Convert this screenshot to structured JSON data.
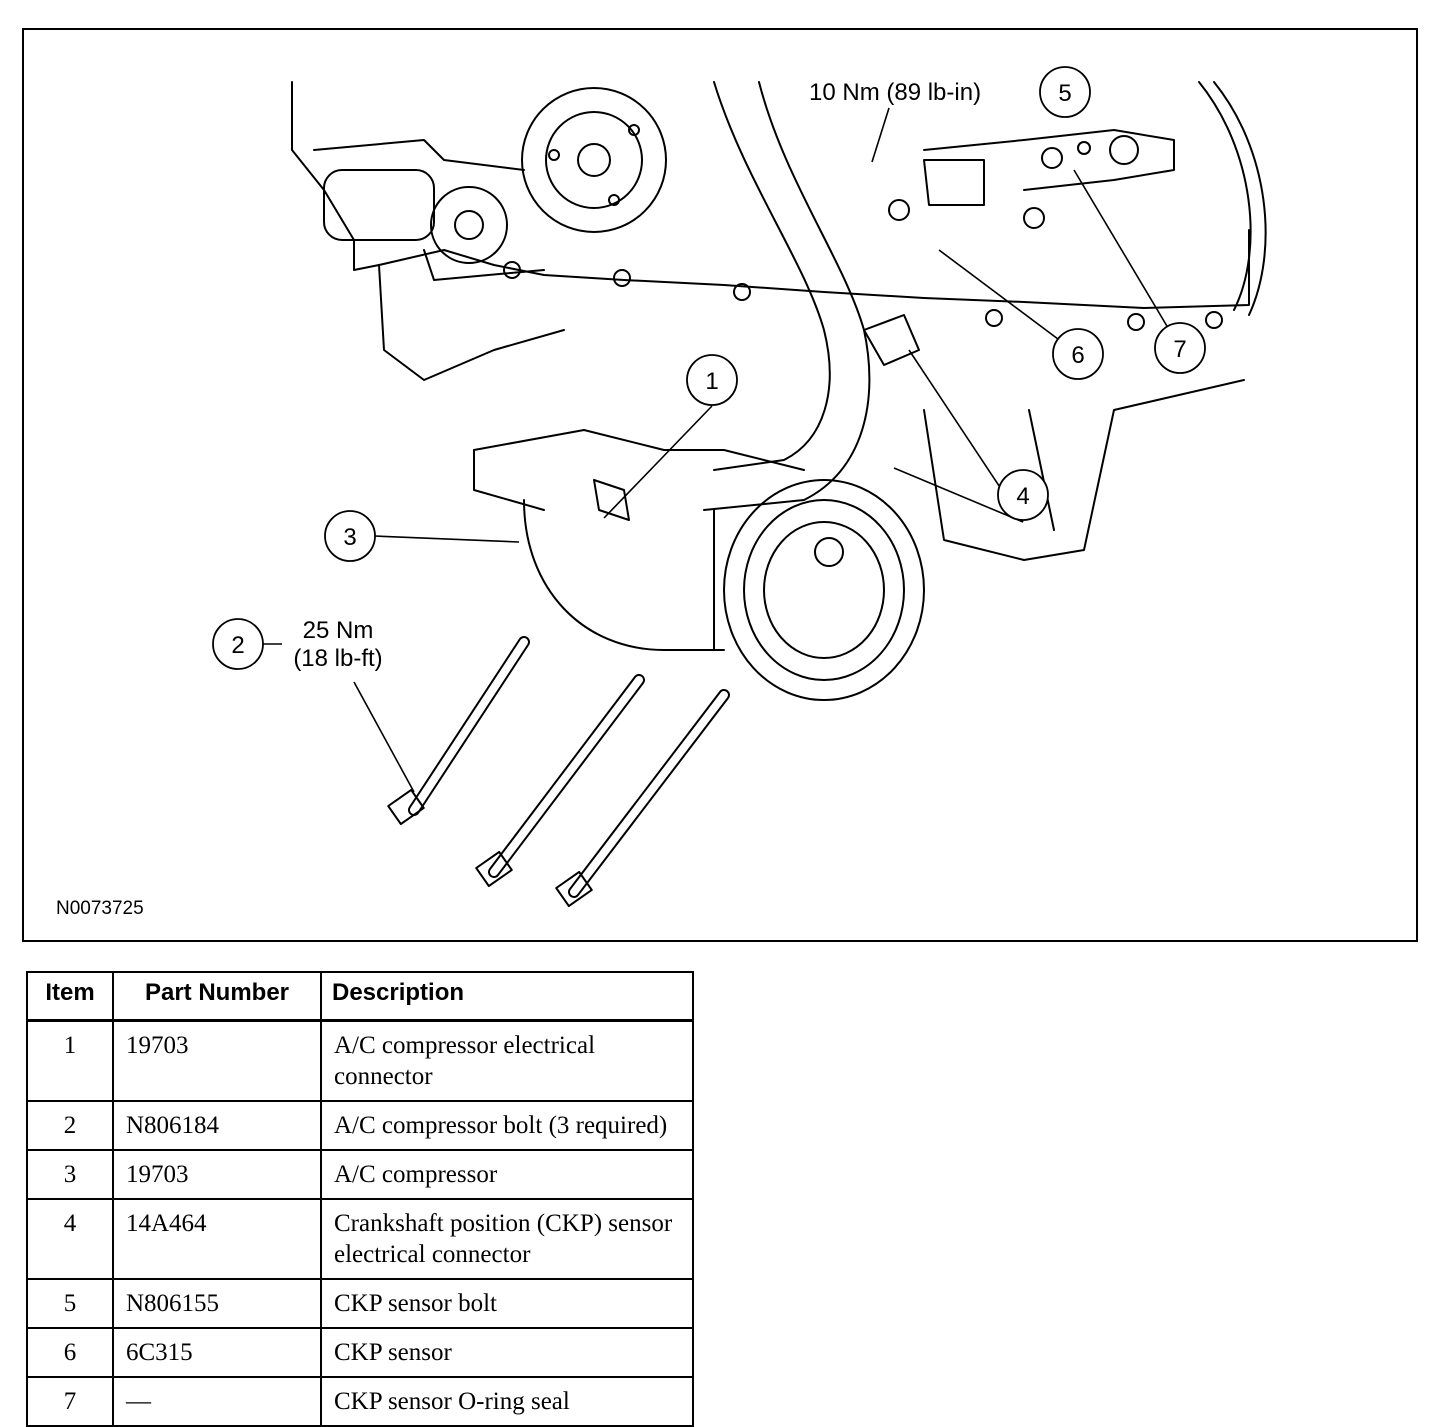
{
  "figure": {
    "id": "N0073725",
    "torque_top": "10 Nm (89 lb-in)",
    "torque_left_line1": "25 Nm",
    "torque_left_line2": "(18 lb-ft)",
    "callouts": [
      "1",
      "2",
      "3",
      "4",
      "5",
      "6",
      "7"
    ]
  },
  "table": {
    "headers": [
      "Item",
      "Part Number",
      "Description"
    ],
    "rows": [
      {
        "item": "1",
        "part": "19703",
        "desc": "A/C compressor electrical connector"
      },
      {
        "item": "2",
        "part": "N806184",
        "desc": "A/C compressor bolt (3 required)"
      },
      {
        "item": "3",
        "part": "19703",
        "desc": "A/C compressor"
      },
      {
        "item": "4",
        "part": "14A464",
        "desc": "Crankshaft position (CKP) sensor electrical connector"
      },
      {
        "item": "5",
        "part": "N806155",
        "desc": "CKP sensor bolt"
      },
      {
        "item": "6",
        "part": "6C315",
        "desc": "CKP sensor"
      },
      {
        "item": "7",
        "part": "—",
        "desc": "CKP sensor O-ring seal"
      }
    ]
  }
}
